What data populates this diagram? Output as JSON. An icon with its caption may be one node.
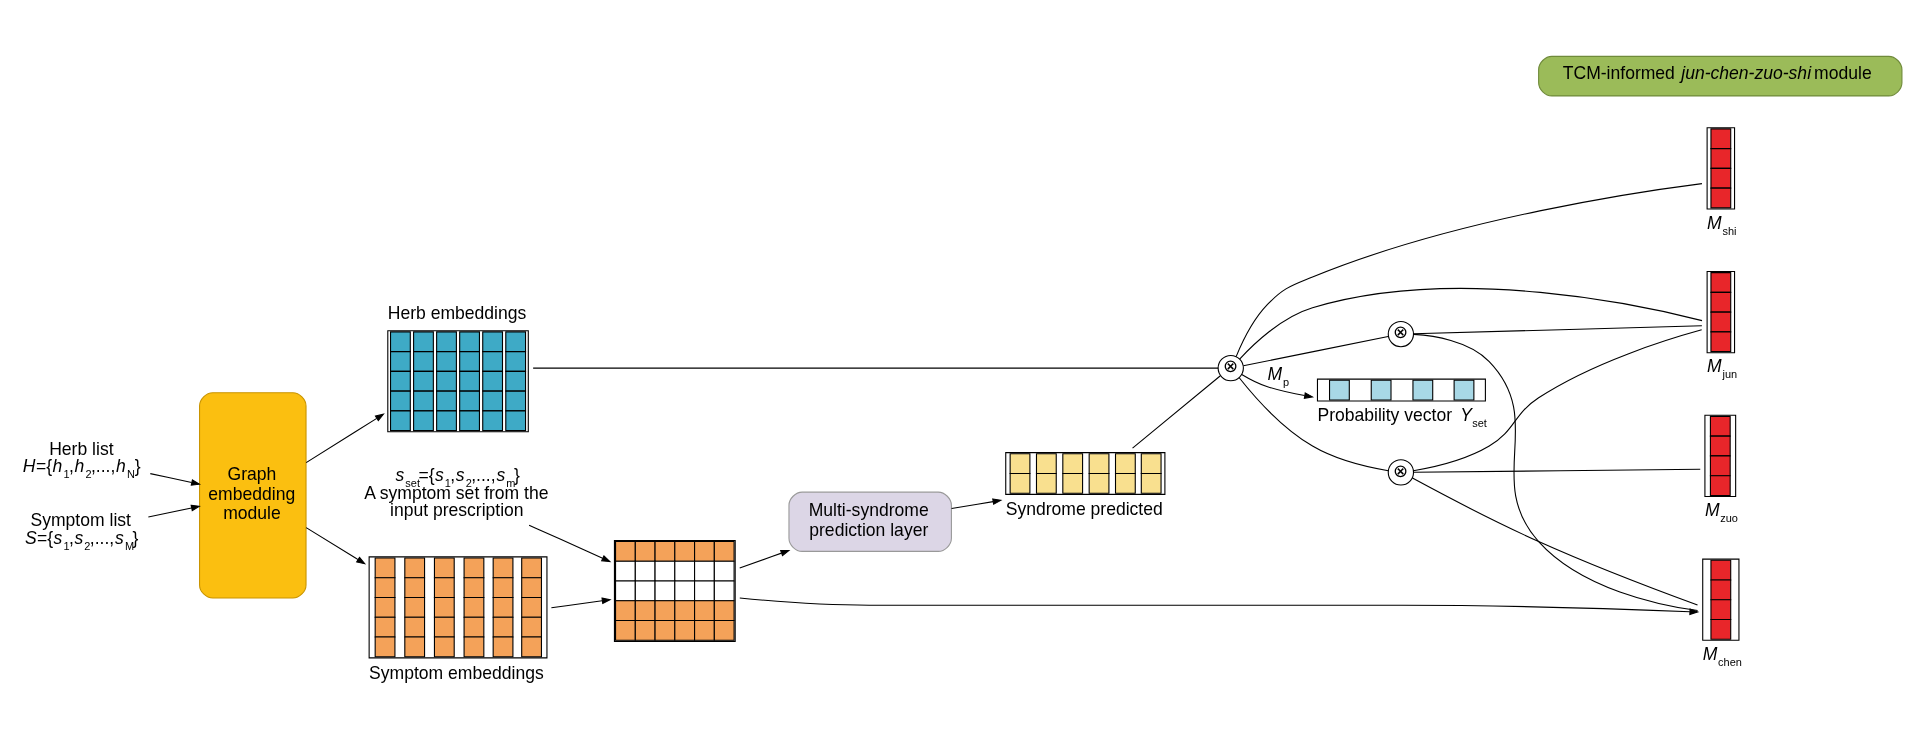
{
  "diagram": {
    "nodes": [
      {
        "text": [
          "Herb list",
          "*H*={*h*$_{1}$,*h*$_{2}$,...,*h*$_{N}$}"
        ]
      },
      {
        "text": [
          "Symptom list",
          "*S*={*s*$_{1}$,*s*$_{2}$,...,*s*$_{M}$}"
        ]
      },
      {
        "text": [
          "Graph embedding module"
        ]
      },
      {
        "text": [
          "Herb embeddings"
        ]
      },
      {
        "text": [
          "Symptom embeddings"
        ]
      },
      {
        "text": [
          "*s*$_{set}$={*s*$_{1}$,*s*$_{2}$,...,*s*$_{m}$}",
          "A symptom set from the input prescription"
        ]
      },
      {
        "text": [],
        "shape": "grid"
      },
      {
        "text": [
          "Multi-syndrome prediction layer"
        ]
      },
      {
        "text": [
          "Syndrome predicted"
        ]
      },
      {
        "text": [
          "⊗"
        ]
      },
      {
        "text": [
          "Probability vector *Y*$_{set}$"
        ]
      },
      {
        "text": [
          "⊗"
        ]
      },
      {
        "text": [
          "⊗"
        ]
      },
      {
        "text": [
          "*M*$_{jun}$"
        ]
      },
      {
        "text": [
          "*M*$_{chen}$"
        ]
      },
      {
        "text": [
          "*M*$_{zuo}$"
        ]
      },
      {
        "text": [
          "*M*$_{shi}$"
        ]
      },
      {
        "text": [
          "TCM-informed *jun-chen-zuo-shi* module"
        ]
      }
    ],
    "edges": [
      {
        "from": 0,
        "to": 2,
        "arrow": "to"
      },
      {
        "from": 1,
        "to": 2,
        "arrow": "to"
      },
      {
        "from": 2,
        "to": 3,
        "arrow": "to"
      },
      {
        "from": 2,
        "to": 4,
        "arrow": "to"
      },
      {
        "from": 4,
        "to": 6,
        "arrow": "to"
      },
      {
        "from": 5,
        "to": 6,
        "arrow": "to"
      },
      {
        "from": 6,
        "to": 7,
        "arrow": "to"
      },
      {
        "from": 6,
        "to": 14,
        "arrow": "to"
      },
      {
        "from": 7,
        "to": 8,
        "arrow": "to"
      },
      {
        "from": 3,
        "to": 9,
        "arrow": "none"
      },
      {
        "from": 8,
        "to": 9,
        "arrow": "none"
      },
      {
        "from": 9,
        "to": 10,
        "arrow": "to",
        "label": "*M*$_{p}$"
      },
      {
        "from": 9,
        "to": 13,
        "arrow": "none"
      },
      {
        "from": 9,
        "to": 11,
        "arrow": "none"
      },
      {
        "from": 9,
        "to": 12,
        "arrow": "none"
      },
      {
        "from": 9,
        "to": 16,
        "arrow": "none"
      },
      {
        "from": 11,
        "to": 13,
        "arrow": "none"
      },
      {
        "from": 11,
        "to": 14,
        "arrow": "none"
      },
      {
        "from": 12,
        "to": 13,
        "arrow": "none"
      },
      {
        "from": 12,
        "to": 14,
        "arrow": "none"
      },
      {
        "from": 12,
        "to": 15,
        "arrow": "none"
      }
    ]
  }
}
